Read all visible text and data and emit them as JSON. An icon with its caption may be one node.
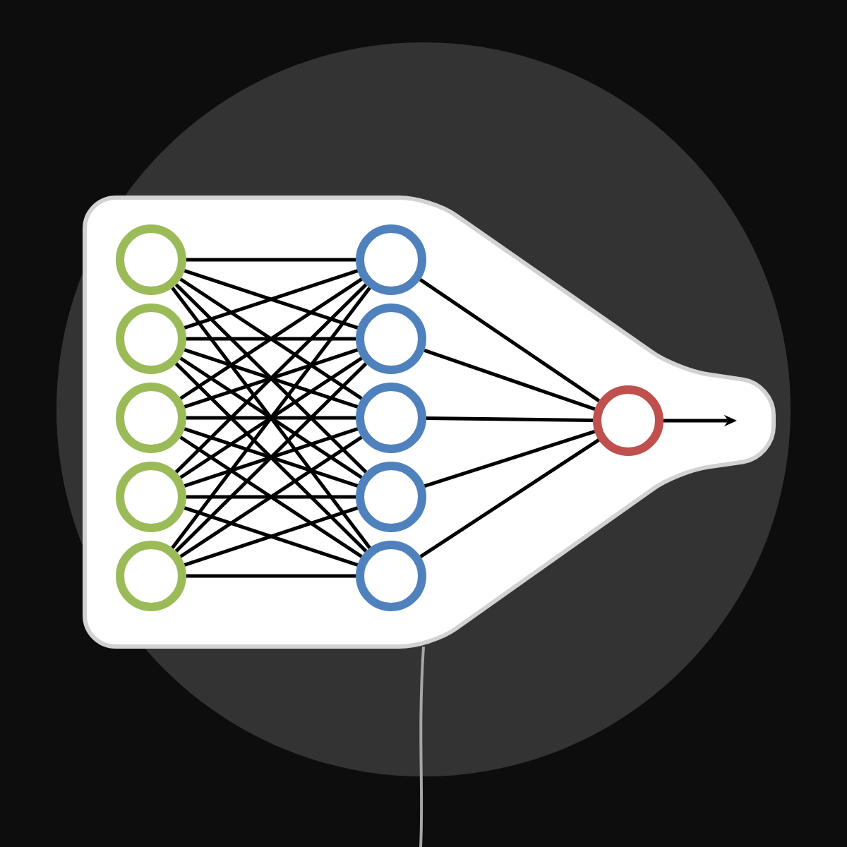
{
  "diagram": {
    "nodes": [
      {
        "text": [],
        "shape": "circle"
      },
      {
        "text": [],
        "shape": "circle"
      },
      {
        "text": [],
        "shape": "circle"
      },
      {
        "text": [],
        "shape": "circle"
      },
      {
        "text": [],
        "shape": "circle"
      },
      {
        "text": [],
        "shape": "circle"
      },
      {
        "text": [],
        "shape": "circle"
      },
      {
        "text": [],
        "shape": "circle"
      },
      {
        "text": [],
        "shape": "circle"
      },
      {
        "text": [],
        "shape": "circle"
      },
      {
        "text": [],
        "shape": "circle"
      }
    ],
    "edges": [
      {
        "from": 0,
        "to": 5,
        "arrow": "none"
      },
      {
        "from": 0,
        "to": 6,
        "arrow": "none"
      },
      {
        "from": 0,
        "to": 7,
        "arrow": "none"
      },
      {
        "from": 0,
        "to": 8,
        "arrow": "none"
      },
      {
        "from": 0,
        "to": 9,
        "arrow": "none"
      },
      {
        "from": 1,
        "to": 5,
        "arrow": "none"
      },
      {
        "from": 1,
        "to": 6,
        "arrow": "none"
      },
      {
        "from": 1,
        "to": 7,
        "arrow": "none"
      },
      {
        "from": 1,
        "to": 8,
        "arrow": "none"
      },
      {
        "from": 1,
        "to": 9,
        "arrow": "none"
      },
      {
        "from": 2,
        "to": 5,
        "arrow": "none"
      },
      {
        "from": 2,
        "to": 6,
        "arrow": "none"
      },
      {
        "from": 2,
        "to": 7,
        "arrow": "none"
      },
      {
        "from": 2,
        "to": 8,
        "arrow": "none"
      },
      {
        "from": 2,
        "to": 9,
        "arrow": "none"
      },
      {
        "from": 3,
        "to": 5,
        "arrow": "none"
      },
      {
        "from": 3,
        "to": 6,
        "arrow": "none"
      },
      {
        "from": 3,
        "to": 7,
        "arrow": "none"
      },
      {
        "from": 3,
        "to": 8,
        "arrow": "none"
      },
      {
        "from": 3,
        "to": 9,
        "arrow": "none"
      },
      {
        "from": 4,
        "to": 5,
        "arrow": "none"
      },
      {
        "from": 4,
        "to": 6,
        "arrow": "none"
      },
      {
        "from": 4,
        "to": 7,
        "arrow": "none"
      },
      {
        "from": 4,
        "to": 8,
        "arrow": "none"
      },
      {
        "from": 4,
        "to": 9,
        "arrow": "none"
      },
      {
        "from": 5,
        "to": 10,
        "arrow": "none"
      },
      {
        "from": 6,
        "to": 10,
        "arrow": "none"
      },
      {
        "from": 7,
        "to": 10,
        "arrow": "none"
      },
      {
        "from": 8,
        "to": 10,
        "arrow": "none"
      },
      {
        "from": 9,
        "to": 10,
        "arrow": "none"
      },
      {
        "from": 10,
        "to": null,
        "arrow": "to"
      }
    ]
  }
}
